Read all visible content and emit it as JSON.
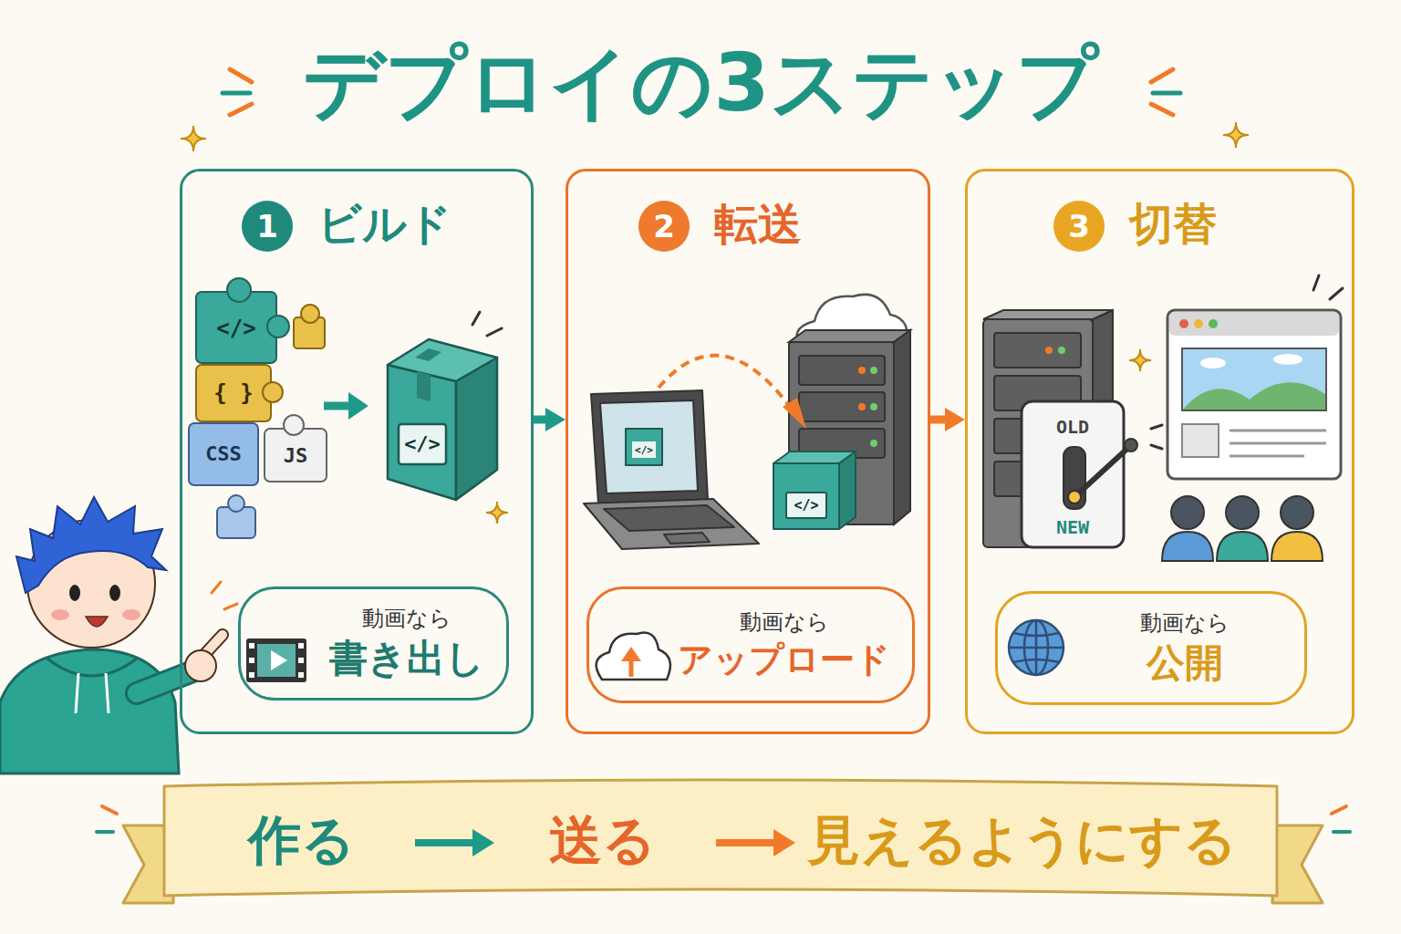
{
  "diagram": {
    "title": "デプロイの3ステップ",
    "nodes": [
      {
        "text": [
          "ビルド"
        ]
      },
      {
        "text": [
          "1"
        ],
        "in": 0
      },
      {
        "text": [
          "動画なら",
          "書き出し"
        ],
        "in": 0
      },
      {
        "text": [
          "転送"
        ]
      },
      {
        "text": [
          "2"
        ],
        "in": 3
      },
      {
        "text": [
          "動画なら",
          "アップロード"
        ],
        "in": 3
      },
      {
        "text": [
          "切替"
        ]
      },
      {
        "text": [
          "3"
        ],
        "in": 6
      },
      {
        "text": [
          "動画なら",
          "公開"
        ],
        "in": 6
      },
      {
        "text": [
          "作る",
          "送る",
          "見えるようにする"
        ]
      }
    ],
    "edges": [
      {
        "from": 0,
        "to": 3,
        "arrow": "to"
      },
      {
        "from": 3,
        "to": 6,
        "arrow": "to"
      }
    ],
    "labels": [
      "</>",
      "{ }",
      "CSS",
      "JS",
      "</>",
      "</>",
      "</>",
      "OLD",
      "NEW"
    ]
  }
}
